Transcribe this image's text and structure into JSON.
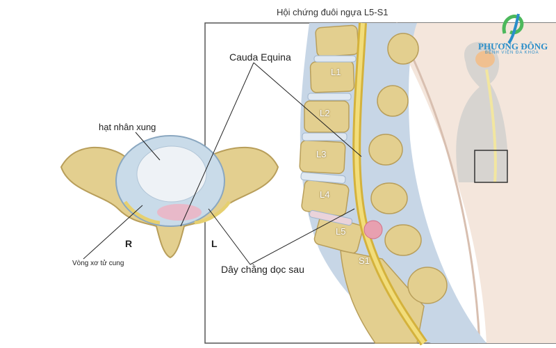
{
  "title": "Hội chứng đuôi ngựa L5-S1",
  "logo": {
    "name": "PHƯƠNG ĐÔNG",
    "subtitle": "BỆNH VIỆN ĐA KHOA",
    "colors": {
      "green": "#4cb85c",
      "blue": "#2a8ec9"
    }
  },
  "labels": {
    "cauda_equina": "Cauda Equina",
    "nucleus": "hạt nhân xung",
    "right": "R",
    "left": "L",
    "annulus": "Vòng xơ tử cung",
    "ligament": "Dây chằng dọc sau"
  },
  "vertebrae": [
    "L1",
    "L2",
    "L3",
    "L4",
    "L5",
    "S1"
  ],
  "colors": {
    "bone": "#e3cf8f",
    "disc": "#c8d8e8",
    "nerve": "#e8c84a",
    "herniation": "#e8a0b0",
    "frame": "#555555"
  }
}
